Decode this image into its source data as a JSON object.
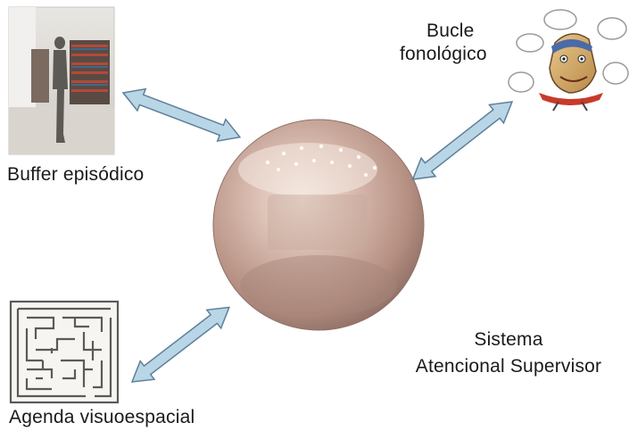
{
  "labels": {
    "buffer": "Buffer episódico",
    "bucle_line1": "Bucle",
    "bucle_line2": "fonológico",
    "agenda": "Agenda visuoespacial",
    "sistema_line1": "Sistema",
    "sistema_line2": "Atencional Supervisor"
  },
  "colors": {
    "arrow_fill": "#b9d6e6",
    "arrow_stroke": "#5e7f99",
    "sphere_base": "#c9a79b"
  }
}
